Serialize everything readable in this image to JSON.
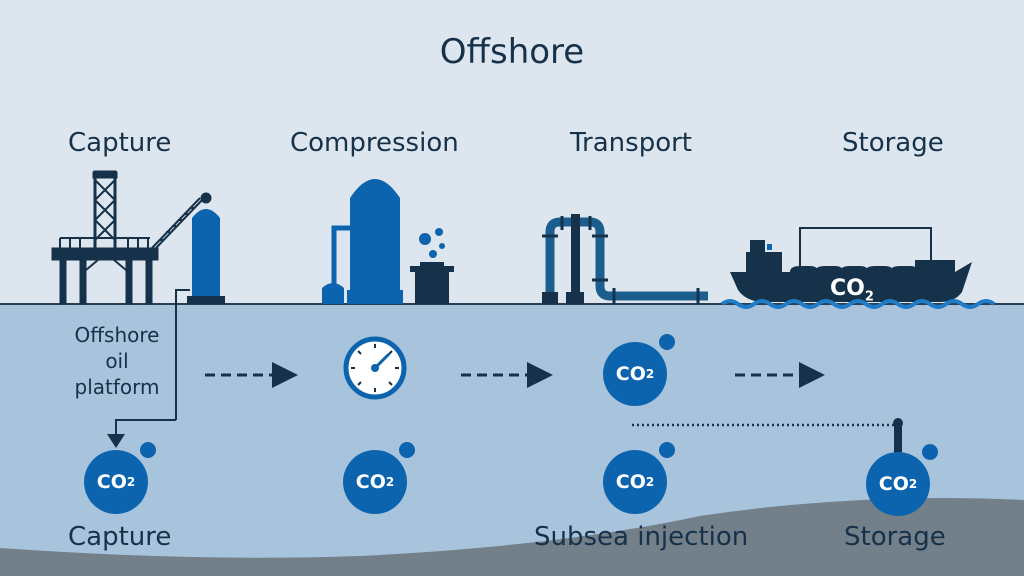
{
  "title": "Offshore",
  "stages": [
    {
      "label": "Capture"
    },
    {
      "label": "Compression"
    },
    {
      "label": "Transport"
    },
    {
      "label": "Storage"
    }
  ],
  "platform_label": "Offshore oil platform",
  "ship_label": {
    "main": "CO",
    "sub": "2"
  },
  "co2_badge": {
    "main": "CO",
    "sub": "2"
  },
  "bottom_labels": [
    {
      "label": "Capture"
    },
    {
      "label": "Subsea injection"
    },
    {
      "label": "Storage"
    }
  ],
  "icons": [
    "oil-platform-icon",
    "compressor-tank-icon",
    "pipeline-icon",
    "tanker-ship-icon",
    "pressure-gauge-icon",
    "co2-bubble-icon",
    "dashed-arrow-icon",
    "injection-well-icon"
  ],
  "colors": {
    "sky": "#dde6ef",
    "sea": "#a8c4dc",
    "seabed": "#737f89",
    "navy": "#16324a",
    "blue": "#0d64ae"
  }
}
